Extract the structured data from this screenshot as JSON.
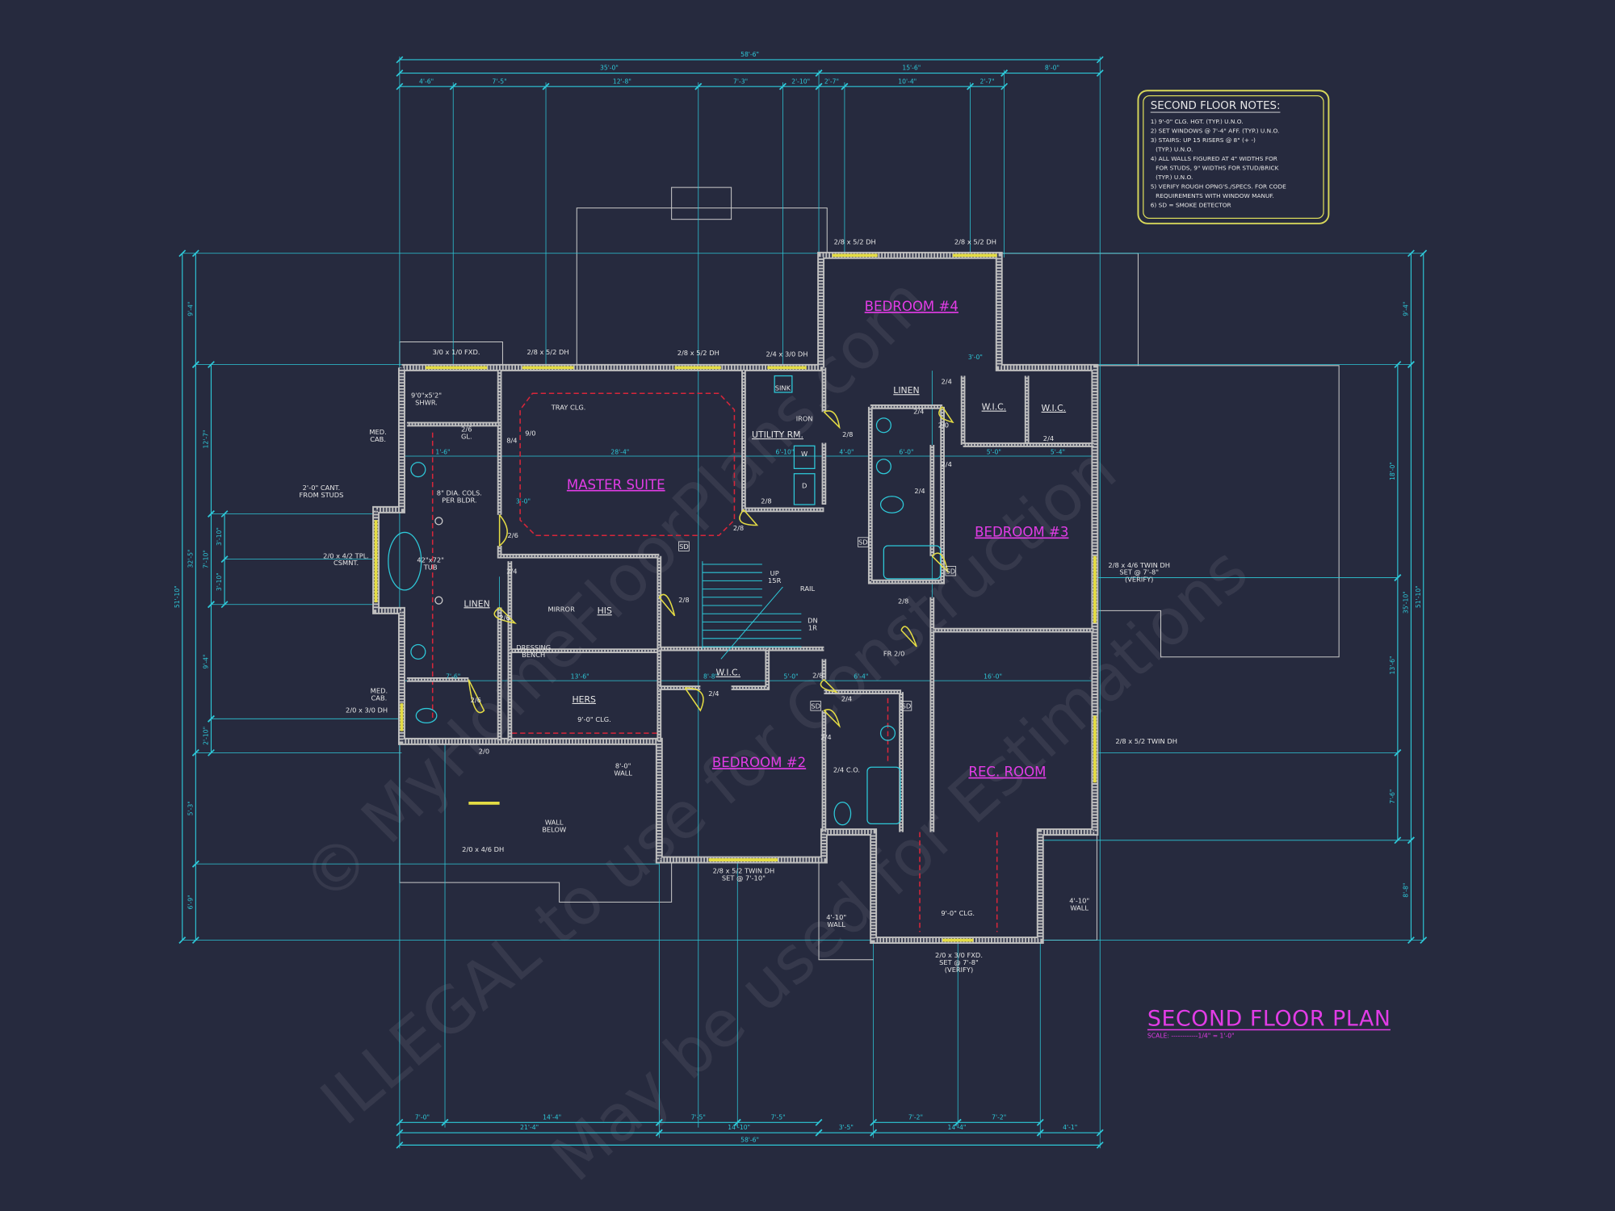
{
  "title": {
    "text": "SECOND FLOOR PLAN",
    "scale": "SCALE: ------------1/4\" = 1'-0\""
  },
  "notes": {
    "heading": "SECOND FLOOR NOTES:",
    "lines": [
      "1) 9'-0\"  CLG. HGT. (TYP.) U.N.O.",
      "2) SET WINDOWS @ 7'-4\" AFF. (TYP.) U.N.O.",
      "3) STAIRS: UP 15 RISERS @ 8\" (+ -)",
      "(TYP.) U.N.O.",
      "4) ALL WALLS FIGURED AT 4\" WIDTHS FOR",
      "FOR STUDS, 9\" WIDTHS FOR STUD/BRICK",
      "(TYP.) U.N.O.",
      "5) VERIFY ROUGH OPNG'S./SPECS. FOR CODE",
      "REQUIREMENTS WITH WINDOW MANUF.",
      "6) SD = SMOKE DETECTOR"
    ]
  },
  "rooms": [
    "MASTER SUITE",
    "BEDROOM #4",
    "BEDROOM #3",
    "BEDROOM #2",
    "REC. ROOM"
  ],
  "spaces": [
    "UTILITY RM.",
    "LINEN",
    "W.I.C.",
    "W.I.C.",
    "LINEN",
    "HIS",
    "HERS",
    "W.I.C."
  ],
  "watermark": [
    "© MyHomeFloorPlans.com",
    "ILLEGAL to use for Construction",
    "May be used for Estimations"
  ],
  "windows": [
    [
      "3/0 x 1/0 FXD."
    ],
    [
      "2/8 x 5/2 DH"
    ],
    [
      "2/8 x 5/2 DH"
    ],
    [
      "2/4 x 3/0 DH"
    ],
    [
      "2/8 x 5/2 DH"
    ],
    [
      "2/8 x 5/2 DH"
    ],
    [
      "2/0 x 4/2 TPL.",
      "CSMNT."
    ],
    [
      "2/0 x 3/0 DH"
    ],
    [
      "2/8 x 4/6 TWIN DH",
      "SET @ 7'-8\"",
      "(VERIFY)"
    ],
    [
      "2/8 x 5/2 TWIN DH"
    ],
    [
      "2/8 x 5/2 TWIN DH",
      "SET @ 7'-10\""
    ],
    [
      "2/0 x 3/0 FXD.",
      "SET @ 7'-8\"",
      "(VERIFY)"
    ],
    [
      "2/0 x 4/6 DH"
    ]
  ],
  "annotations": [
    [
      "TRAY CLG."
    ],
    [
      "MED.",
      "CAB."
    ],
    [
      "MED.",
      "CAB."
    ],
    [
      "2'-0\" CANT.",
      "FROM STUDS"
    ],
    [
      "8\" DIA. COLS.",
      "PER BLDR."
    ],
    [
      "9'0\"x5'2\"",
      "SHWR."
    ],
    [
      "42\"x72\"",
      "TUB"
    ],
    [
      "MIRROR"
    ],
    [
      "DRESSING",
      "BENCH"
    ],
    [
      "9'-0\" CLG."
    ],
    [
      "8'-0\"",
      "WALL"
    ],
    [
      "WALL",
      "BELOW"
    ],
    [
      "UP",
      "15R"
    ],
    [
      "RAIL"
    ],
    [
      "DN",
      "1R"
    ],
    [
      "IRON"
    ],
    [
      "SINK"
    ],
    [
      "W"
    ],
    [
      "D"
    ],
    [
      "FR 2/0"
    ],
    [
      "2/4 C.O."
    ],
    [
      "9'-0\" CLG."
    ],
    [
      "4'-10\"",
      "WALL"
    ],
    [
      "4'-10\"",
      "WALL"
    ],
    [
      "9/0"
    ],
    [
      "8/4"
    ],
    [
      "2/6",
      "GL."
    ]
  ],
  "doors": [
    "2/6",
    "2/4",
    "2/6",
    "2/6",
    "2/0",
    "2/8",
    "2/8",
    "2/8",
    "2/4",
    "2/0",
    "2/4",
    "2/4",
    "2/4",
    "2/4",
    "2/8",
    "2/8",
    "2/4",
    "2/8",
    "2/4",
    "2/4"
  ],
  "smoke_detector": "SD",
  "interior_dims": [
    "28'-4\"",
    "6'-10\"",
    "4'-0\"",
    "6'-0\"",
    "5'-0\"",
    "5'-4\"",
    "1'-6\"",
    "3'-0\"",
    "7'-6\"",
    "13'-6\"",
    "8'-8\"",
    "5'-0\"",
    "6'-4\"",
    "16'-0\"",
    "3'-0\""
  ],
  "dimensions": {
    "top": [
      [
        "58'-6\""
      ],
      [
        "35'-0\"",
        "15'-6\"",
        "8'-0\""
      ],
      [
        "4'-6\"",
        "7'-5\"",
        "12'-8\"",
        "7'-3\"",
        "2'-10\"",
        "2'-7\"",
        "10'-4\"",
        "2'-7\""
      ]
    ],
    "bottom": [
      [
        "7'-0\"",
        "14'-4\"",
        "7'-5\"",
        "7'-5\"",
        "7'-2\"",
        "7'-2\""
      ],
      [
        "21'-4\"",
        "14'-10\"",
        "3'-5\"",
        "14'-4\"",
        "4'-1\""
      ],
      [
        "58'-6\""
      ]
    ],
    "left": [
      [
        "51'-10\""
      ],
      [
        "9'-4\"",
        "32'-5\"",
        "5'-3\"",
        "6'-9\""
      ],
      [
        "12'-7\"",
        "7'-10\"",
        "9'-4\"",
        "2'-10\""
      ],
      [
        "3'-10\"",
        "3'-10\""
      ]
    ],
    "right": [
      [
        "18'-0\"",
        "13'-6\"",
        "7'-6\""
      ],
      [
        "9'-4\"",
        "35'-10\"",
        "8'-8\""
      ],
      [
        "51'-10\""
      ]
    ]
  },
  "colors": {
    "background": "#262a3e",
    "dimension": "#2ec8d8",
    "wall": "#bfbfbf",
    "window_door": "#e4dc44",
    "room_label": "#e23ce6",
    "ceiling_dash": "#d8263a",
    "notes_border": "#d8d85a",
    "text": "#e6e6e6"
  }
}
